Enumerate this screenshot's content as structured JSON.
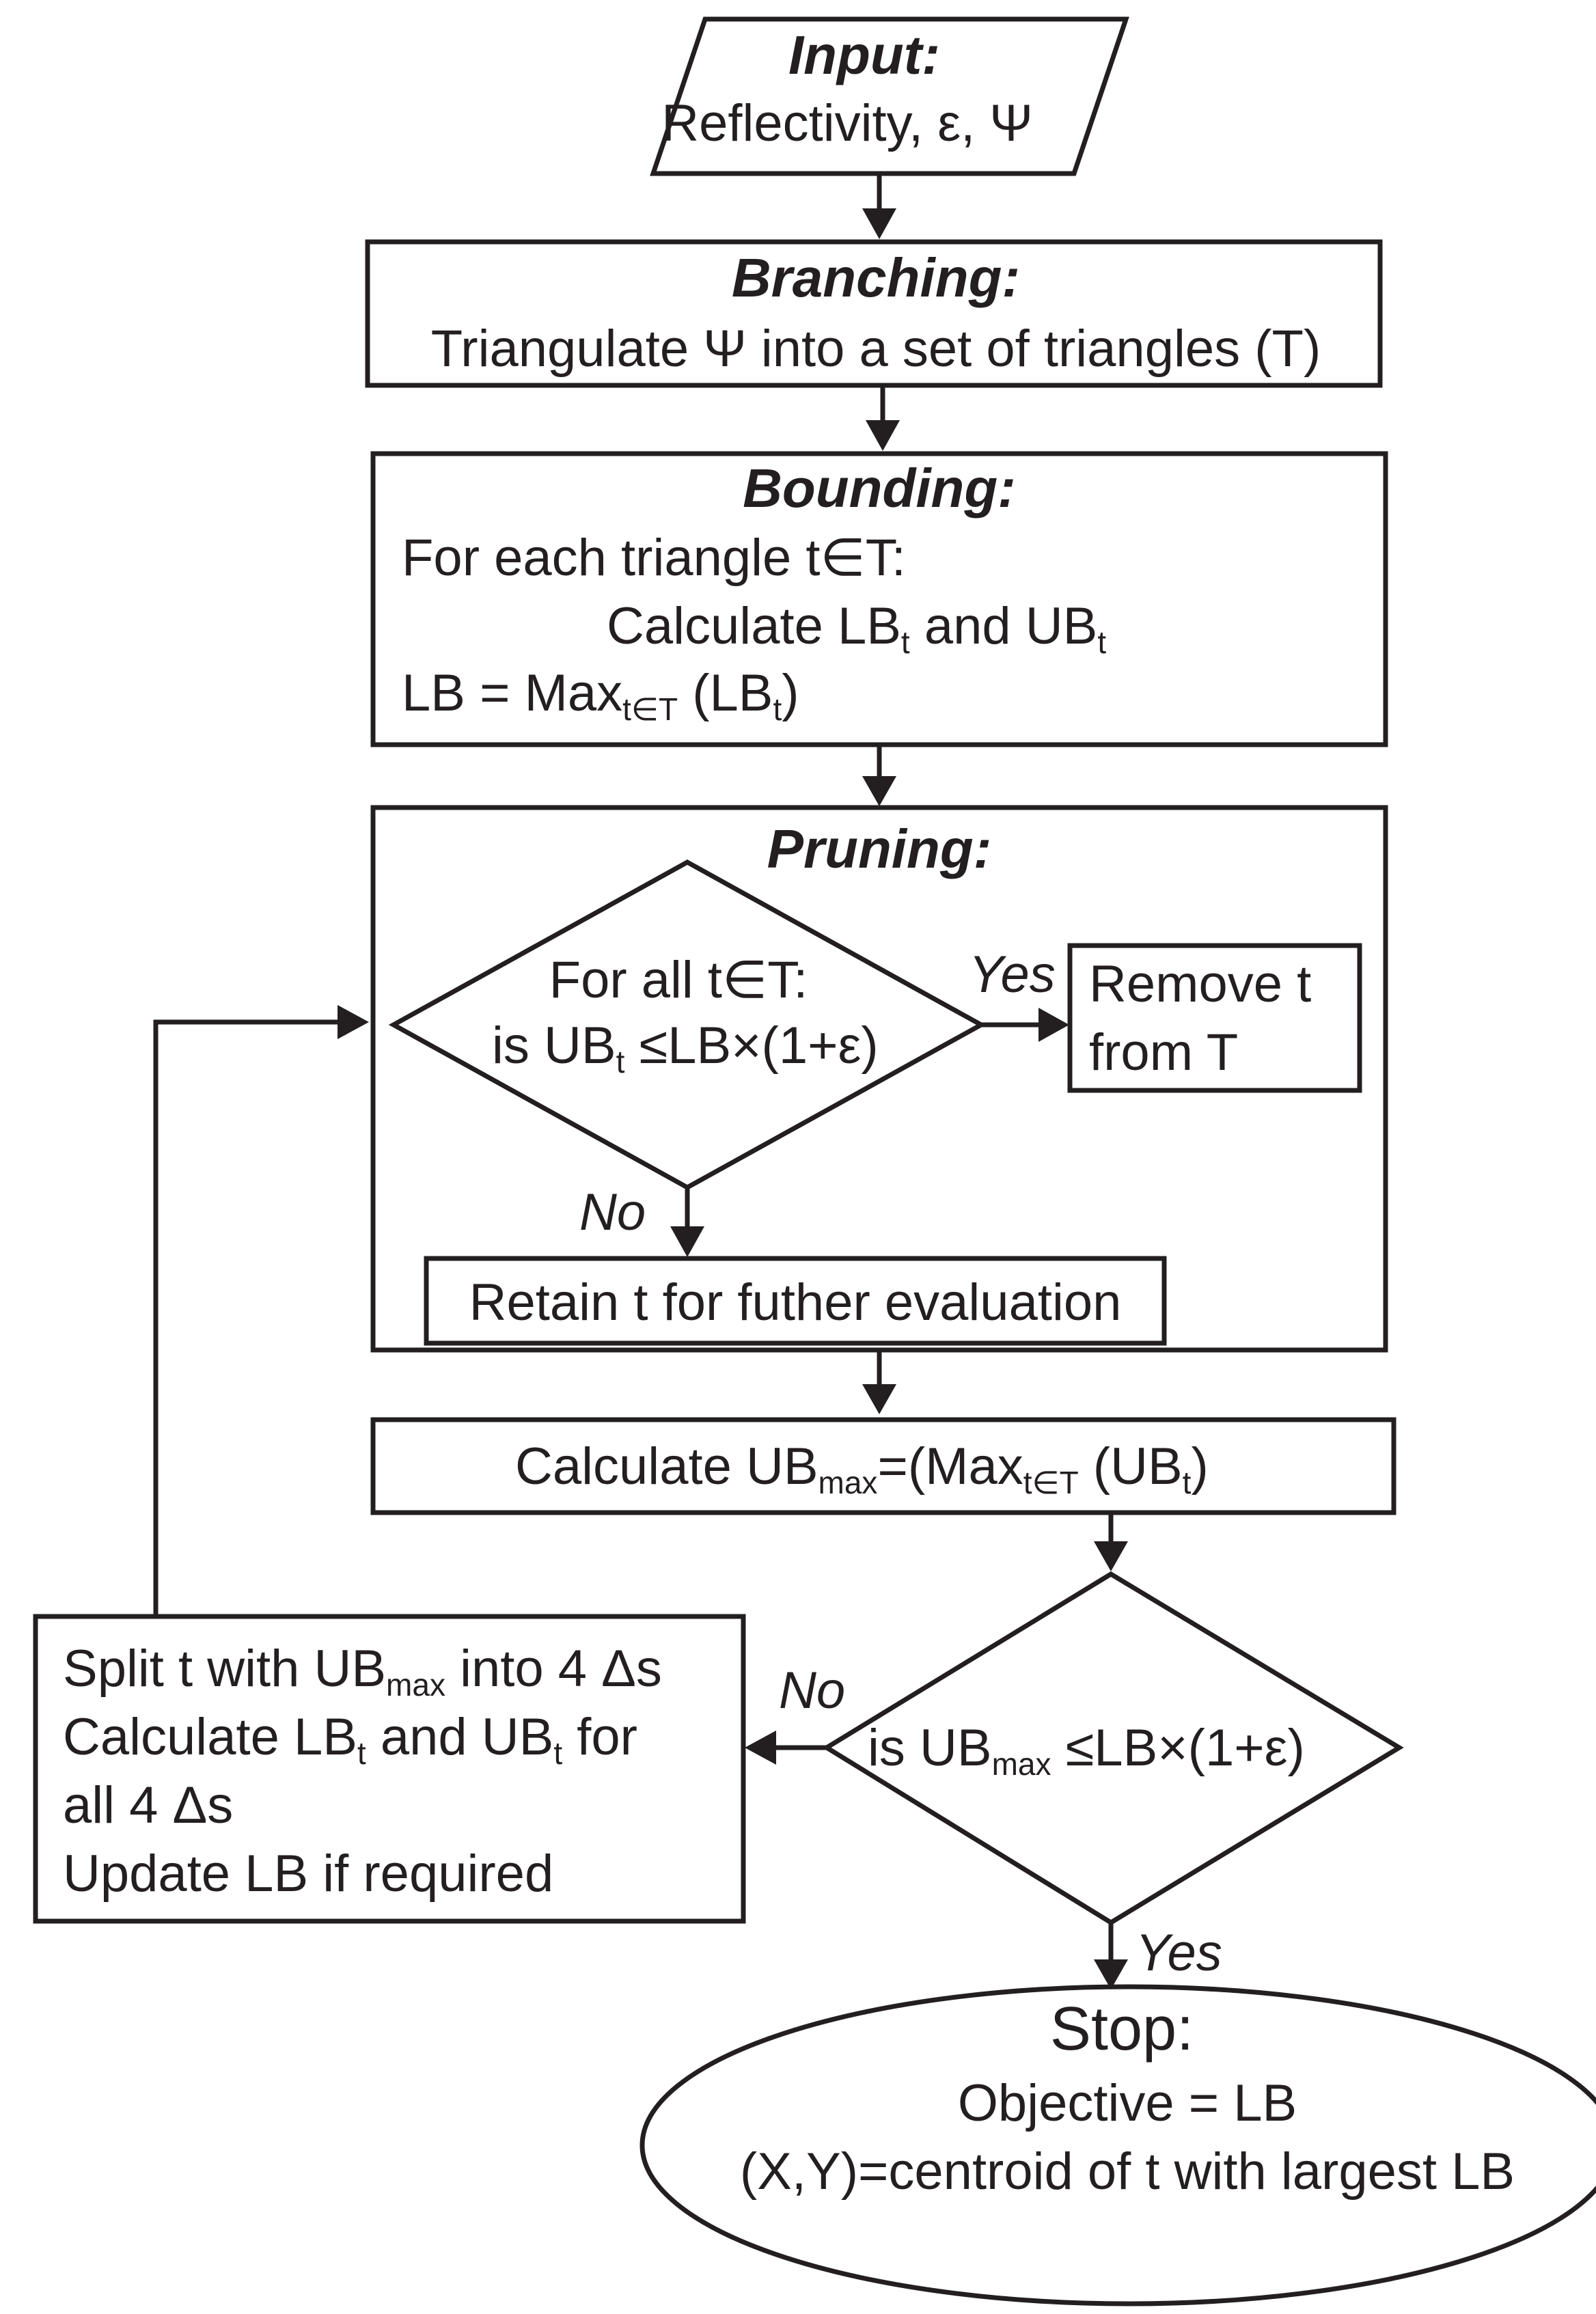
{
  "input": {
    "title": "Input:",
    "text": "Reflectivity, ε, Ψ"
  },
  "branching": {
    "title": "Branching:",
    "text": "Triangulate Ψ into a set of triangles (T)"
  },
  "bounding": {
    "title": "Bounding:",
    "line1": "For each triangle t∈T:",
    "line2_a": "Calculate LB",
    "line2_sub1": "t",
    "line2_b": " and UB",
    "line2_sub2": "t",
    "line3_a": "LB = Max",
    "line3_sub": "t∈T",
    "line3_b": " (LB",
    "line3_sub2": "t",
    "line3_c": ")"
  },
  "pruning": {
    "title": "Pruning:",
    "decision_line1": "For all t∈T:",
    "decision_line2_a": "is UB",
    "decision_line2_sub": "t",
    "decision_line2_b": " ≤LB×(1+ε)",
    "yes_label": "Yes",
    "no_label": "No",
    "remove_line1": "Remove t",
    "remove_line2": "from T",
    "retain_text": "Retain t for futher evaluation"
  },
  "calc_ubmax": {
    "text_a": "Calculate UB",
    "sub1": "max",
    "text_b": "=(Max",
    "sub2": "t∈T",
    "text_c": " (UB",
    "sub3": "t",
    "text_d": ")"
  },
  "decision2": {
    "text_a": "is UB",
    "sub": "max",
    "text_b": " ≤LB×(1+ε)",
    "no_label": "No",
    "yes_label": "Yes"
  },
  "split": {
    "line1_a": "Split t with UB",
    "line1_sub": "max",
    "line1_b": " into 4 Δs",
    "line2_a": "Calculate LB",
    "line2_sub1": "t",
    "line2_b": " and UB",
    "line2_sub2": "t",
    "line2_c": " for",
    "line3": "all 4 Δs",
    "line4": "Update LB if required"
  },
  "stop": {
    "title": "Stop:",
    "line1": "Objective = LB",
    "line2": "(X,Y)=centroid of t with largest LB"
  },
  "colors": {
    "ink": "#231f20",
    "background": "#ffffff"
  }
}
